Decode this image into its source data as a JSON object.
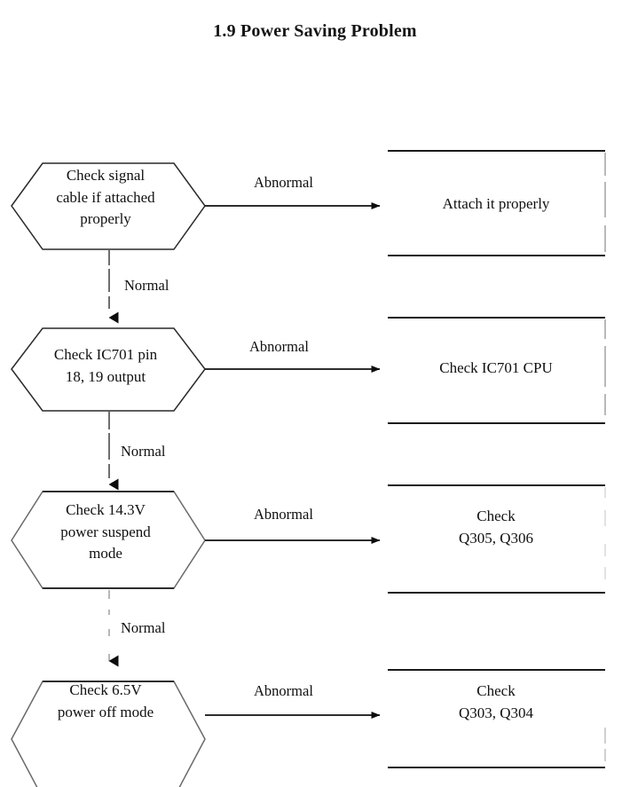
{
  "document": {
    "title": "1.9 Power Saving Problem"
  },
  "diagram": {
    "type": "flowchart",
    "orientation": "top-to-bottom with side branches",
    "decision_shape": "hexagon",
    "action_shape": "rectangle",
    "line_color": "#111111",
    "background_color": "#ffffff",
    "steps": [
      {
        "id": "step-1",
        "decision": "Check signal\ncable if attached\nproperly",
        "abnormal_label": "Abnormal",
        "abnormal_action": "Attach it properly",
        "normal_label": "Normal"
      },
      {
        "id": "step-2",
        "decision": "Check IC701 pin\n18, 19 output",
        "abnormal_label": "Abnormal",
        "abnormal_action": "Check IC701 CPU",
        "normal_label": "Normal"
      },
      {
        "id": "step-3",
        "decision": "Check 14.3V\npower suspend\nmode",
        "abnormal_label": "Abnormal",
        "abnormal_action": "Check\nQ305, Q306",
        "normal_label": "Normal"
      },
      {
        "id": "step-4",
        "decision": "Check 6.5V\npower off mode",
        "abnormal_label": "Abnormal",
        "abnormal_action": "Check\nQ303, Q304",
        "normal_label": ""
      }
    ]
  }
}
